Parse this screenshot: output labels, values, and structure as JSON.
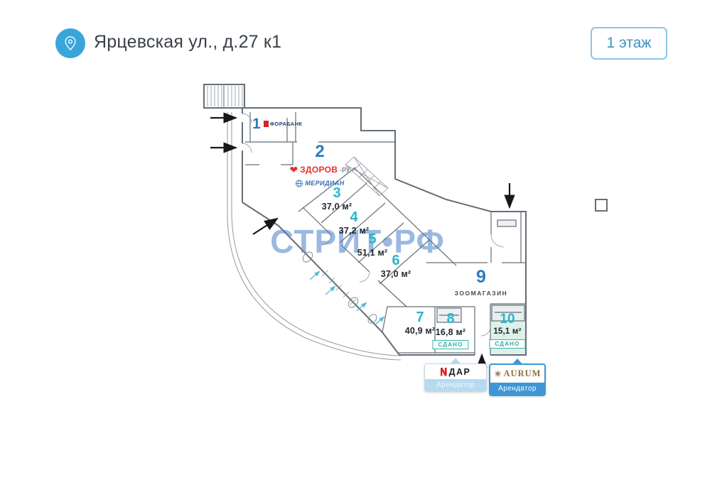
{
  "header": {
    "address": "Ярцевская ул., д.27 к1",
    "floor_button_label": "1 этаж"
  },
  "watermark": "СТРИТ•РФ",
  "plan": {
    "rooms": [
      {
        "number": "1",
        "tenant": "ФОРАБАНК",
        "type": "occupied"
      },
      {
        "number": "2",
        "type": "occupied",
        "logos": [
          {
            "text": "ЗДОРОВ",
            "suffix": ".ру"
          },
          {
            "text": "МЕРИДИАН"
          }
        ]
      },
      {
        "number": "3",
        "area": "37,0 м²",
        "type": "vacant"
      },
      {
        "number": "4",
        "area": "37,2 м²",
        "type": "vacant"
      },
      {
        "number": "5",
        "area": "51,1 м²",
        "type": "vacant"
      },
      {
        "number": "6",
        "area": "37,0 м²",
        "type": "vacant"
      },
      {
        "number": "7",
        "area": "40,9 м²",
        "type": "vacant"
      },
      {
        "number": "8",
        "area": "16,8 м²",
        "status": "СДАНО",
        "type": "vacant"
      },
      {
        "number": "9",
        "tenant": "ЗООМАГАЗИН",
        "type": "occupied"
      },
      {
        "number": "10",
        "area": "15,1 м²",
        "status": "СДАНО",
        "type": "vacant"
      }
    ],
    "tenant_callouts": [
      {
        "logo": "ДАР",
        "label": "Арендатор",
        "highlighted": false
      },
      {
        "logo": "AURUM",
        "label": "Арендатор",
        "highlighted": true
      }
    ]
  },
  "colors": {
    "accent_blue": "#39a5db",
    "room_number_occupied": "#2e7bc0",
    "room_number_vacant": "#2cb4cd",
    "status_teal": "#2fb0a6",
    "watermark_blue": "#4a80c8",
    "logo_red": "#e4322b",
    "logo_gold": "#8a7430",
    "highlight_blue": "#3e97d4"
  }
}
